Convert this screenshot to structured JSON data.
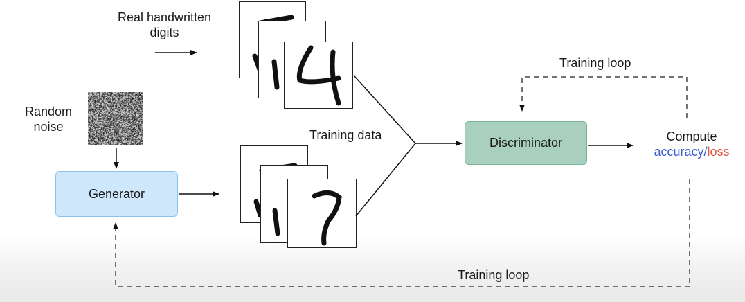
{
  "labels": {
    "real_digits_line1": "Real handwritten",
    "real_digits_line2": "digits",
    "random_line1": "Random",
    "random_line2": "noise",
    "training_data": "Training data",
    "training_loop_top": "Training loop",
    "training_loop_bottom": "Training loop",
    "compute": "Compute",
    "accuracy": "accuracy",
    "slash": "/",
    "loss": "loss"
  },
  "nodes": {
    "generator": "Generator",
    "discriminator": "Discriminator"
  },
  "icons": {
    "noise": "random-noise-image",
    "digits": "handwritten-digit-image"
  },
  "colors": {
    "generator_fill": "#cfe7fb",
    "discriminator_fill": "#a9d0bf",
    "accuracy": "#3d5bd6",
    "loss": "#e2543e"
  }
}
